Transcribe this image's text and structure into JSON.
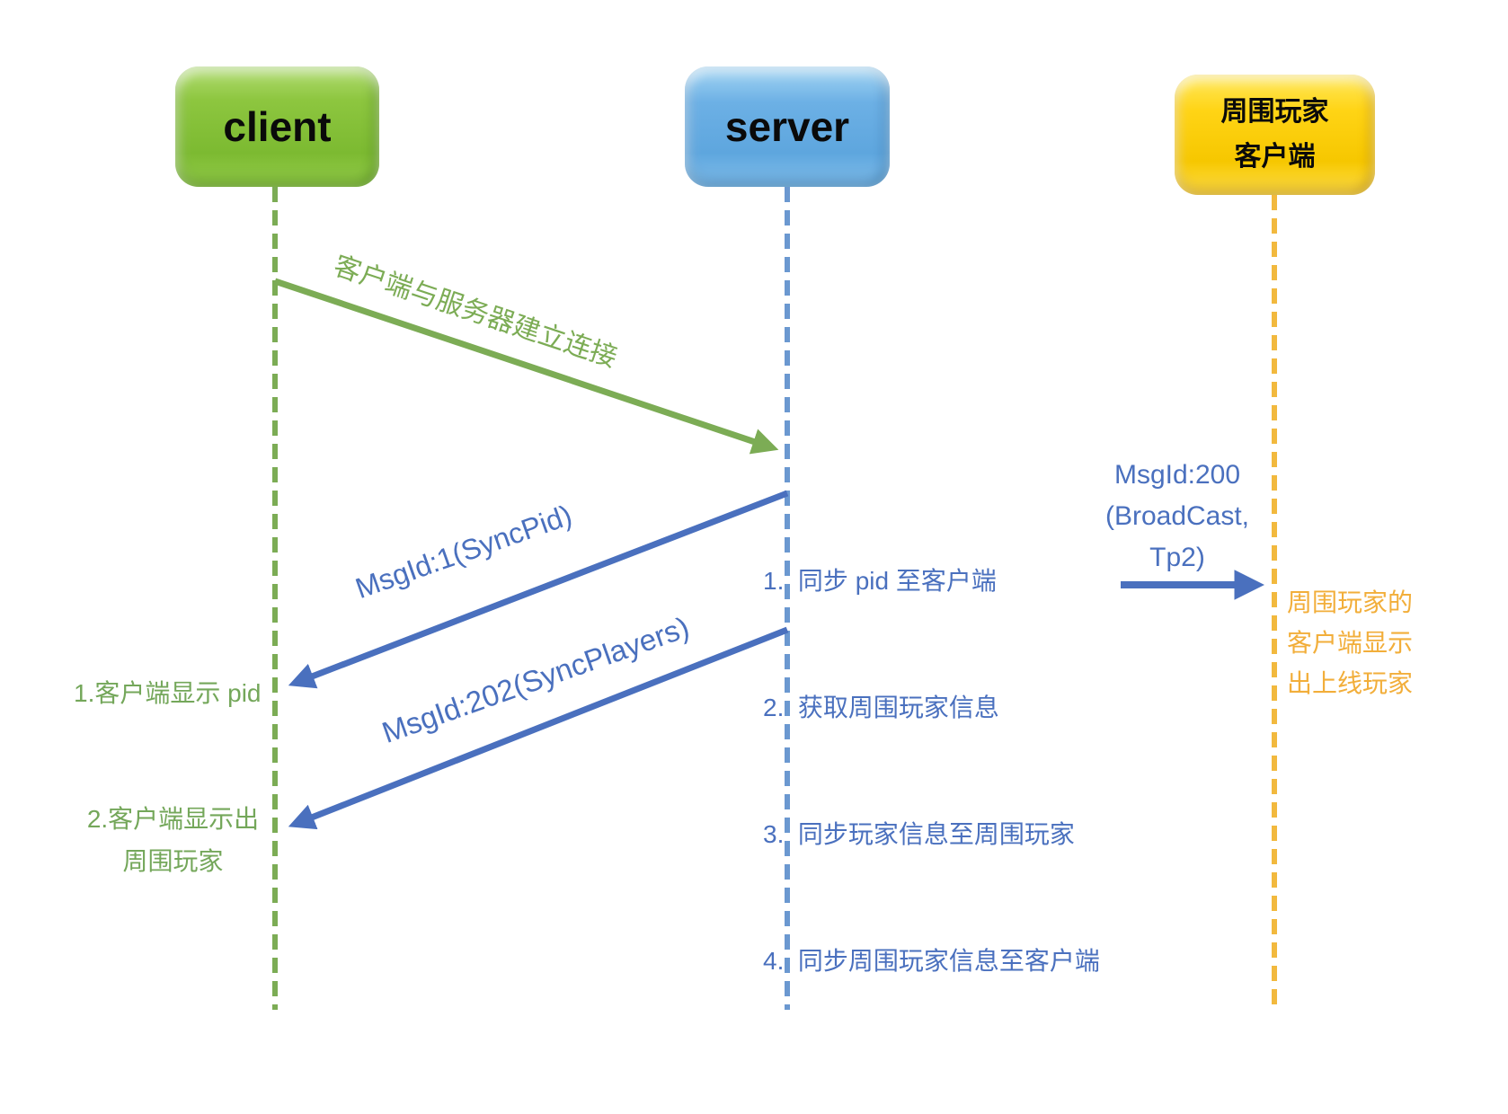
{
  "actors": {
    "client": {
      "label": "client"
    },
    "server": {
      "label": "server"
    },
    "nearby_clients": {
      "line1": "周围玩家",
      "line2": "客户端"
    }
  },
  "messages": {
    "connect": {
      "label": "客户端与服务器建立连接"
    },
    "sync_pid": {
      "label": "MsgId:1(SyncPid)"
    },
    "sync_players": {
      "label": "MsgId:202(SyncPlayers)"
    },
    "broadcast": {
      "line1": "MsgId:200",
      "line2": "(BroadCast,",
      "line3": "Tp2)"
    }
  },
  "server_steps": [
    "1.  同步 pid 至客户端",
    "2.  获取周围玩家信息",
    "3.  同步玩家信息至周围玩家",
    "4.  同步周围玩家信息至客户端"
  ],
  "notes": {
    "client_pid": "1.客户端显示 pid",
    "client_players_line1": "2.客户端显示出",
    "client_players_line2": "周围玩家",
    "nearby_line1": "周围玩家的",
    "nearby_line2": "客户端显示",
    "nearby_line3": "出上线玩家"
  },
  "colors": {
    "green_accent": "#7cac55",
    "green_note_text": "#74a75a",
    "green_box": "#8dc63f",
    "blue_accent": "#4a70be",
    "blue_lifeline": "#6b98d0",
    "blue_box": "#6cb0e5",
    "orange_accent": "#f2b93e",
    "orange_note_text": "#f2ae3a",
    "yellow_box": "#ffd415"
  }
}
